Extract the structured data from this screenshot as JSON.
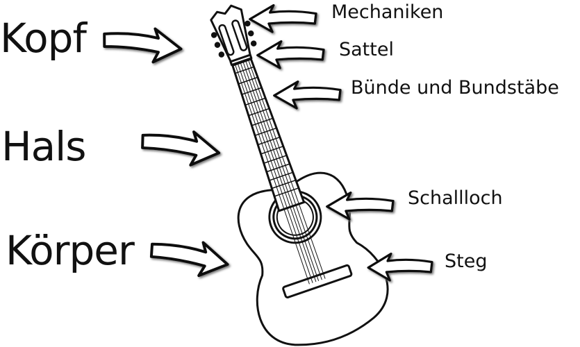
{
  "labels": {
    "head": "Kopf",
    "neck": "Hals",
    "body": "Körper",
    "tuners": "Mechaniken",
    "nut": "Sattel",
    "frets": "Bünde und Bundstäbe",
    "soundhole": "Schallloch",
    "bridge": "Steg"
  },
  "colors": {
    "ink": "#111111",
    "background": "#ffffff"
  }
}
